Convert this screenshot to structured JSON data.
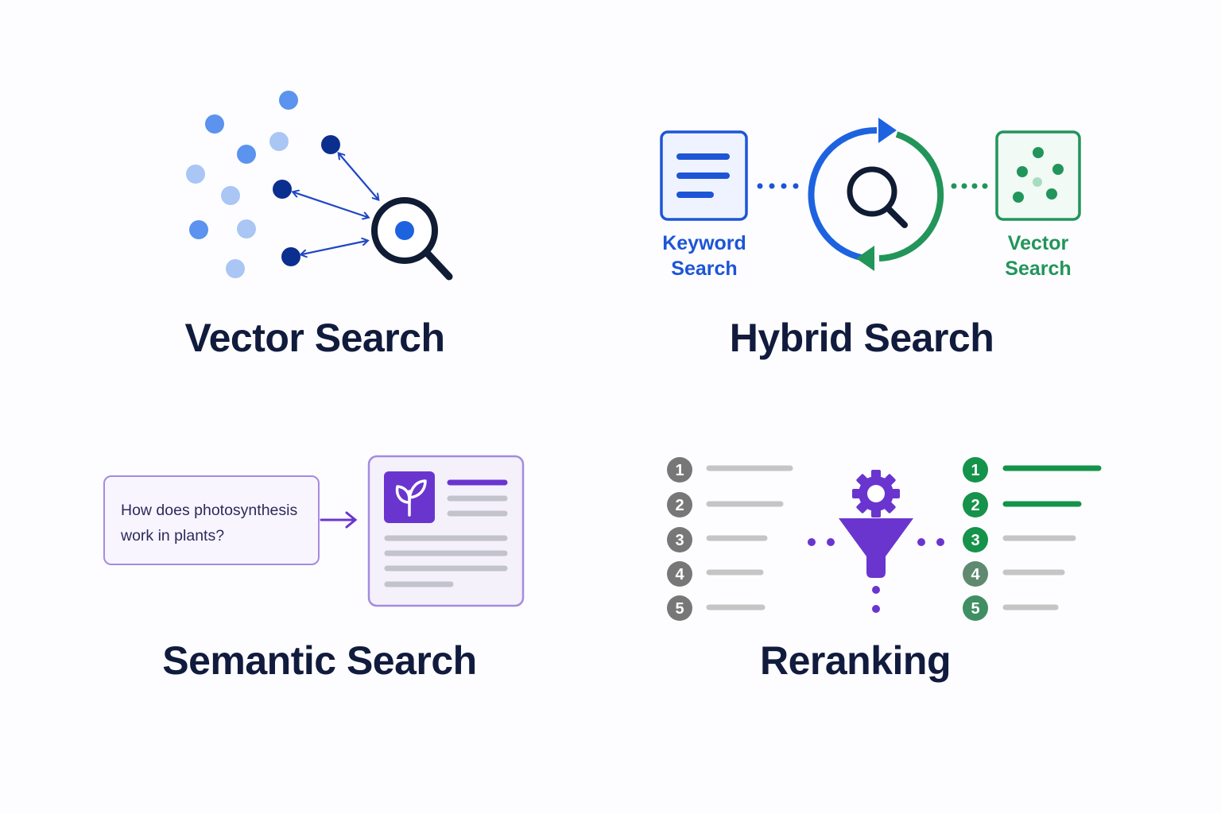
{
  "panels": {
    "vector": {
      "title": "Vector Search"
    },
    "hybrid": {
      "title": "Hybrid Search",
      "left_label": [
        "Keyword",
        "Search"
      ],
      "right_label": [
        "Vector",
        "Search"
      ]
    },
    "semantic": {
      "title": "Semantic Search",
      "query_lines": [
        "How does photosynthesis",
        "work in plants?"
      ]
    },
    "reranking": {
      "title": "Reranking",
      "input_ranks": [
        "1",
        "2",
        "3",
        "4",
        "5"
      ],
      "output_ranks": [
        "1",
        "2",
        "3",
        "4",
        "5"
      ]
    }
  },
  "icons": {
    "vector": [
      "data-point-dots",
      "arrow-icon",
      "magnifier-icon"
    ],
    "hybrid": [
      "document-lines-icon",
      "dotted-connector",
      "cycle-arrows-icon",
      "magnifier-icon",
      "vector-dots-icon"
    ],
    "semantic": [
      "query-box",
      "arrow-right-icon",
      "document-card-icon",
      "plant-icon"
    ],
    "reranking": [
      "ranked-list",
      "gear-icon",
      "funnel-icon",
      "dotted-connector"
    ]
  },
  "colors": {
    "title": "#111b3d",
    "blue": "#1d63e0",
    "navy": "#0b2f8f",
    "dark": "#0f1c33",
    "green": "#22955a",
    "purple": "#6a35cf",
    "gray": "#777777"
  }
}
